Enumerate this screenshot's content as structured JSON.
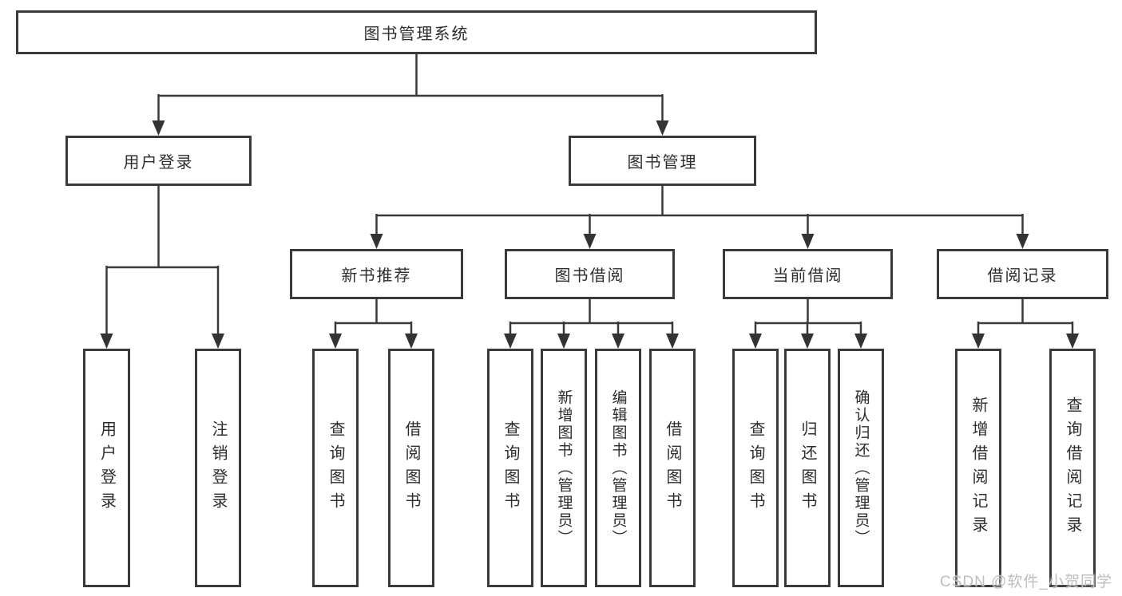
{
  "colors": {
    "line": "#3a3a3a",
    "box_border": "#3a3a3a",
    "text": "#2d2d2d",
    "background": "#ffffff",
    "watermark": "#bdbdbd"
  },
  "watermark": {
    "text": "CSDN @软件_小贺同学"
  },
  "tree": {
    "root": {
      "label": "图书管理系统"
    },
    "branches": [
      {
        "label": "用户登录",
        "leaves": [
          "用户登录",
          "注销登录"
        ]
      },
      {
        "label": "图书管理",
        "sections": [
          {
            "label": "新书推荐",
            "leaves": [
              "查询图书",
              "借阅图书"
            ]
          },
          {
            "label": "图书借阅",
            "leaves": [
              "查询图书",
              "新增图书（管理员）",
              "编辑图书（管理员）",
              "借阅图书"
            ]
          },
          {
            "label": "当前借阅",
            "leaves": [
              "查询图书",
              "归还图书",
              "确认归还（管理员）"
            ]
          },
          {
            "label": "借阅记录",
            "leaves": [
              "新增借阅记录",
              "查询借阅记录"
            ]
          }
        ]
      }
    ]
  }
}
